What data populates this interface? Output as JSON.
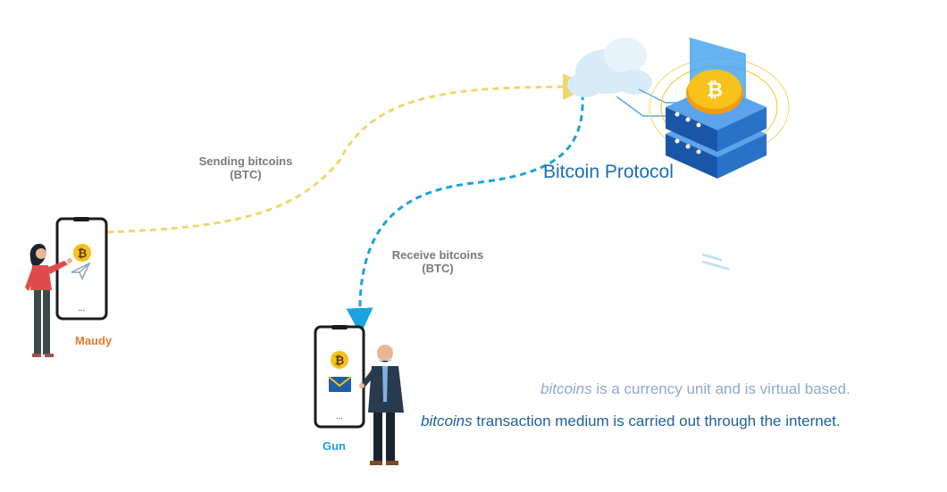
{
  "labels": {
    "sending": "Sending bitcoins",
    "sending_unit": "(BTC)",
    "receiving": "Receive bitcoins",
    "receiving_unit": "(BTC)",
    "protocol": "Bitcoin Protocol"
  },
  "people": {
    "sender": "Maudy",
    "receiver": "Gun"
  },
  "notes": [
    {
      "term": "bitcoins",
      "text": " is a currency unit and is virtual based."
    },
    {
      "term": "bitcoins",
      "text": " transaction medium is carried out through the internet."
    }
  ],
  "phone_dots": "...",
  "colors": {
    "send_arrow": "#f3d66b",
    "receive_arrow": "#1aa3e0",
    "protocol_text": "#1a6fb5",
    "maudy_name": "#e8792b",
    "gun_name": "#1aa3e0",
    "note1": "#8fa8cc",
    "note2": "#1f5f9e",
    "bitcoin_coin": "#f6c21b"
  },
  "icons": [
    "bitcoin-icon",
    "paper-plane-icon",
    "envelope-icon",
    "cloud-icon",
    "server-icon"
  ]
}
